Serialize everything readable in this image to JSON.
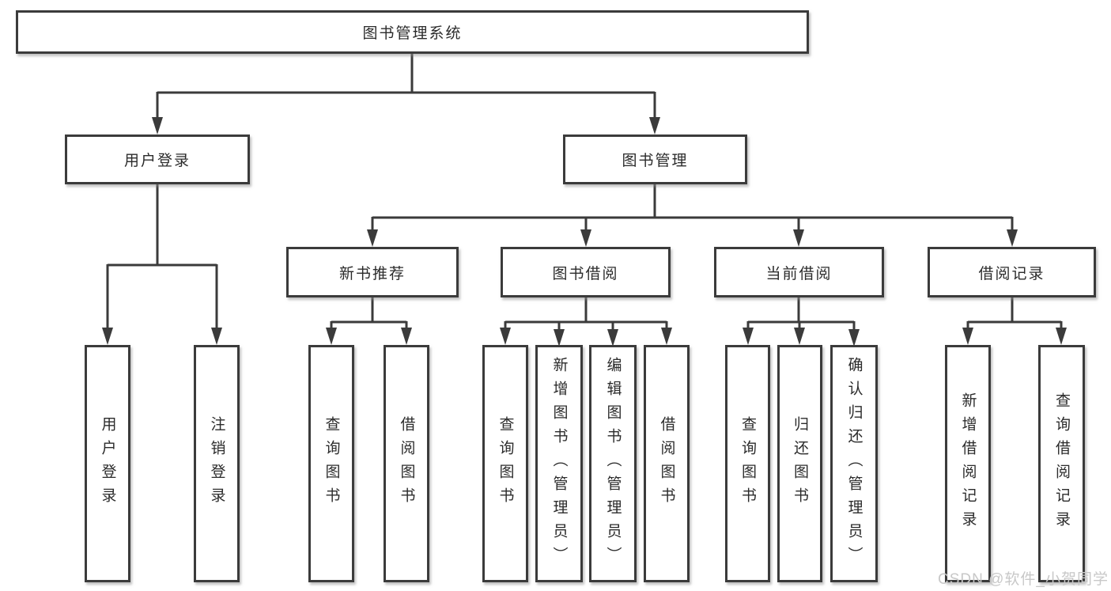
{
  "diagram_type": "hierarchy-tree",
  "watermark": "CSDN @软件_小贺同学",
  "colors": {
    "line": "#3b3b3b",
    "box_border": "#3b3b3b",
    "text": "#2b2b2b",
    "background": "#ffffff",
    "watermark": "#c8c8c8"
  },
  "tree": {
    "root": "图书管理系统",
    "children": [
      {
        "label": "用户登录",
        "children": [
          "用户登录",
          "注销登录"
        ]
      },
      {
        "label": "图书管理",
        "children": [
          {
            "label": "新书推荐",
            "children": [
              "查询图书",
              "借阅图书"
            ]
          },
          {
            "label": "图书借阅",
            "children": [
              "查询图书",
              "新增图书（管理员）",
              "编辑图书（管理员）",
              "借阅图书"
            ]
          },
          {
            "label": "当前借阅",
            "children": [
              "查询图书",
              "归还图书",
              "确认归还（管理员）"
            ]
          },
          {
            "label": "借阅记录",
            "children": [
              "新增借阅记录",
              "查询借阅记录"
            ]
          }
        ]
      }
    ]
  }
}
